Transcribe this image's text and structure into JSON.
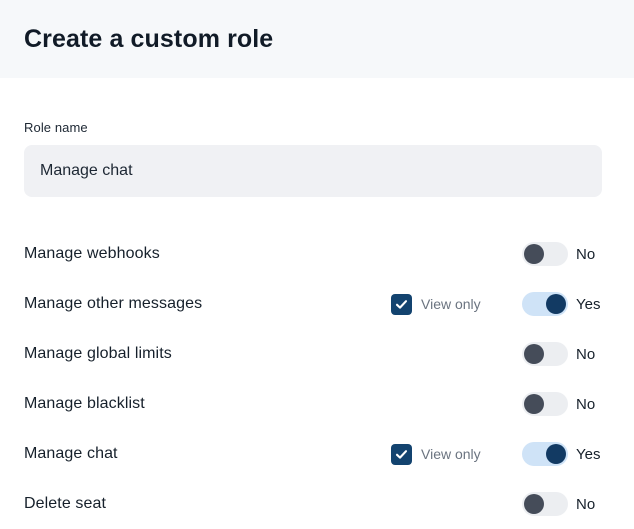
{
  "header": {
    "title": "Create a custom role"
  },
  "form": {
    "role_name": {
      "label": "Role name",
      "value": "Manage chat",
      "placeholder": "Role name"
    }
  },
  "permissions": {
    "view_only_label": "View only",
    "toggle_on_text": "Yes",
    "toggle_off_text": "No",
    "rows": [
      {
        "label": "Manage webhooks",
        "has_view_only": false,
        "view_only_label": "View only",
        "view_only_checked": false,
        "enabled": false,
        "toggle_text": "No"
      },
      {
        "label": "Manage other messages",
        "has_view_only": true,
        "view_only_label": "View only",
        "view_only_checked": true,
        "enabled": true,
        "toggle_text": "Yes"
      },
      {
        "label": "Manage global limits",
        "has_view_only": false,
        "view_only_label": "View only",
        "view_only_checked": false,
        "enabled": false,
        "toggle_text": "No"
      },
      {
        "label": "Manage blacklist",
        "has_view_only": false,
        "view_only_label": "View only",
        "view_only_checked": false,
        "enabled": false,
        "toggle_text": "No"
      },
      {
        "label": "Manage chat",
        "has_view_only": true,
        "view_only_label": "View only",
        "view_only_checked": true,
        "enabled": true,
        "toggle_text": "Yes"
      },
      {
        "label": "Delete seat",
        "has_view_only": false,
        "view_only_label": "View only",
        "view_only_checked": false,
        "enabled": false,
        "toggle_text": "No"
      }
    ]
  },
  "colors": {
    "header_bg": "#f6f8fa",
    "input_bg": "#f0f1f4",
    "accent_navy": "#13436f",
    "toggle_on_track": "#cfe3f7",
    "toggle_on_knob": "#123a63",
    "toggle_off_knob": "#454c59",
    "toggle_off_track": "#eceef1",
    "text_primary": "#16202b",
    "text_muted": "#6b7480"
  }
}
